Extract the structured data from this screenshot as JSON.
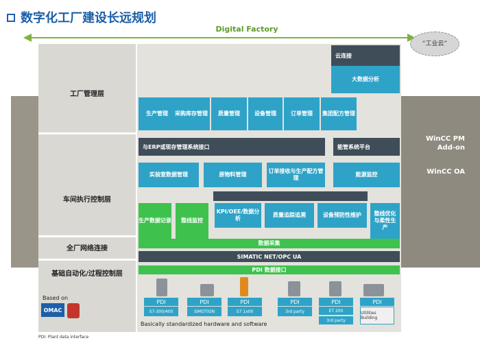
{
  "title": "数字化工厂建设长远规划",
  "digital_factory": "Digital Factory",
  "cloud_label": "“工业云”",
  "layers": {
    "factory_mgmt": "工厂管理层",
    "mes": "车间执行控制层",
    "network": "全厂网络连接",
    "automation": "基础自动化/过程控制层"
  },
  "top": {
    "cloud_connect": "云连接",
    "big_data": "大数据分析",
    "prod_mgmt": "生产管理",
    "procurement": "采购库存管理",
    "quality": "质量管理",
    "equipment": "设备管理",
    "orders": "订单管理",
    "group": "集团配方管理"
  },
  "mid": {
    "erp_interface": "与ERP或现存管理系统接口",
    "energy_platform": "能管系统平台",
    "lab": "实验室数据管理",
    "materials": "原物料管理",
    "order_prod": "订单接收与生产配方管理",
    "energy_monitor": "能源监控",
    "prod_record": "生产数据记录",
    "line_monitor": "整线监控",
    "kpi": "KPI/OEE/数据分析",
    "traceability": "质量追踪追溯",
    "predictive": "设备预防性维护",
    "line_opt": "整线优化与柔性生产",
    "data_collect": "数据采集"
  },
  "net": {
    "opc": "SIMATIC NET/OPC UA"
  },
  "auto": {
    "pdi_interface": "PDI 数据接口",
    "pdi": "PDI",
    "s7_300": "S7-300/400",
    "simotion": "SIMOTION",
    "s7_1x00": "S7 1x00",
    "third_party_1": "3rd party",
    "et200": "ET 200",
    "third_party_2": "3rd party",
    "utilities": "Utilities Building",
    "standardized": "Basically standardized hardware and software"
  },
  "based_on": "Based on",
  "omac": "OMAC",
  "footnote": "PDI: Plant data interface",
  "wincc": {
    "pm": "WinCC PM Add-on",
    "oa": "WinCC OA"
  },
  "colors": {
    "blue_box": "#2fa3c7",
    "dark_bar": "#3f4d58",
    "green": "#3ec24d",
    "panel": "#e3e2dd",
    "title_blue": "#1a5fa8"
  }
}
